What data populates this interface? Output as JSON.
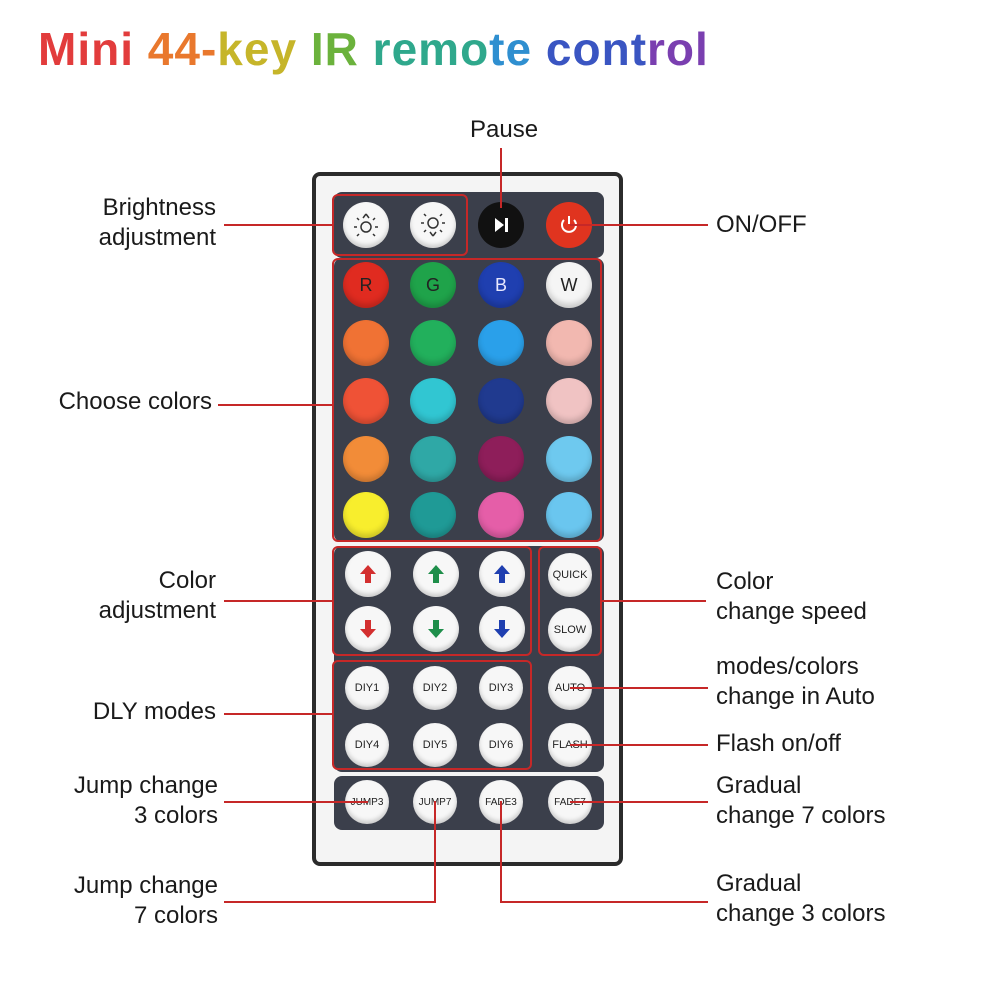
{
  "title": "Mini 44-key IR remote control",
  "labels": {
    "pause": "Pause",
    "brightness": [
      "Brightness",
      "adjustment"
    ],
    "onoff": "ON/OFF",
    "choose_colors": "Choose colors",
    "color_adjustment": [
      "Color",
      "adjustment"
    ],
    "color_speed": [
      "Color",
      "change speed"
    ],
    "dly_modes": "DLY modes",
    "auto": [
      "modes/colors",
      "change in Auto"
    ],
    "flash": "Flash on/off",
    "jump3": [
      "Jump change",
      "3 colors"
    ],
    "fade7": [
      "Gradual",
      "change 7 colors"
    ],
    "jump7": [
      "Jump change",
      "7 colors"
    ],
    "fade3": [
      "Gradual",
      "change 3 colors"
    ]
  },
  "buttons": {
    "rgbw": [
      "R",
      "G",
      "B",
      "W"
    ],
    "speed": [
      "QUICK",
      "SLOW"
    ],
    "diy_row1": [
      "DIY1",
      "DIY2",
      "DIY3"
    ],
    "diy_row2": [
      "DIY4",
      "DIY5",
      "DIY6"
    ],
    "auto": "AUTO",
    "flash": "FLASH",
    "bottom": [
      "JUMP3",
      "JUMP7",
      "FADE3",
      "FADE7"
    ]
  },
  "colors": {
    "accent_line": "#c62828",
    "rgbw_bg": [
      "#e02b20",
      "#1fa34a",
      "#1f3fb0",
      "#f5f5f5"
    ],
    "swatches": [
      [
        "#f07234",
        "#22b05c",
        "#2aa0ea",
        "#f2b8b0"
      ],
      [
        "#ef5236",
        "#31c6d2",
        "#203a8f",
        "#f0c3c3"
      ],
      [
        "#f28c38",
        "#2fa8a6",
        "#8e1e5a",
        "#6ec9ef"
      ],
      [
        "#f8ee2d",
        "#1f9a96",
        "#e55ea8",
        "#6ac6ef"
      ]
    ],
    "arrow_up": [
      "#d32f2f",
      "#1e8e4a",
      "#1f3fb0"
    ],
    "arrow_down": [
      "#d32f2f",
      "#1e8e4a",
      "#1f3fb0"
    ]
  }
}
